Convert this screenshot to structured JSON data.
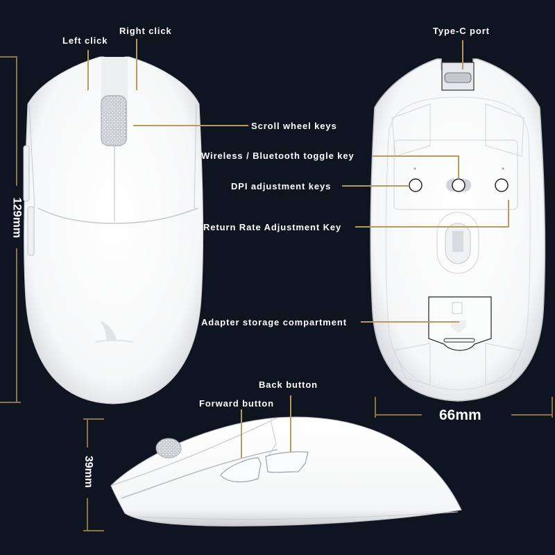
{
  "colors": {
    "background": "#0e1520",
    "leader_line": "#b89a5e",
    "dimension_line": "#8c7448",
    "mouse_body": "#ffffff",
    "outline": "#c8cbd0",
    "text": "#ffffff"
  },
  "top_view": {
    "labels": {
      "left_click": "Left click",
      "right_click": "Right click",
      "scroll_wheel": "Scroll wheel keys"
    },
    "dimension": "129mm"
  },
  "bottom_view": {
    "labels": {
      "type_c": "Type-C port",
      "wireless_toggle": "Wireless / Bluetooth toggle key",
      "dpi_keys": "DPI adjustment keys",
      "return_rate": "Return Rate Adjustment Key",
      "adapter_storage": "Adapter storage compartment"
    },
    "dimension": "66mm"
  },
  "side_view": {
    "labels": {
      "back_button": "Back button",
      "forward_button": "Forward button"
    },
    "dimension": "39mm"
  }
}
